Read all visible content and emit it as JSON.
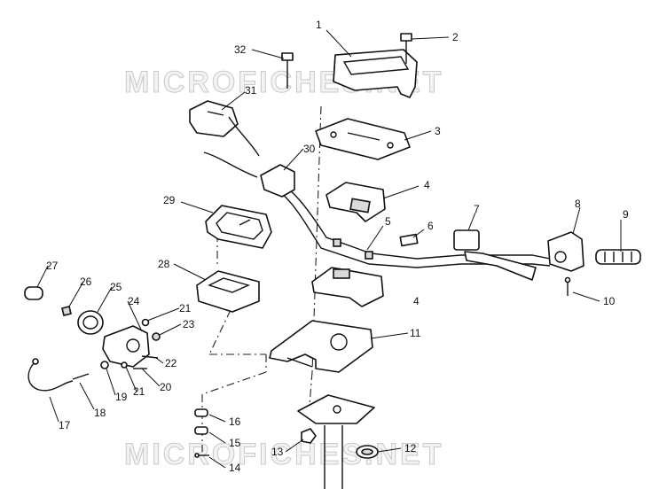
{
  "watermark": "MICROFICHES.NET",
  "callouts": [
    {
      "id": "c1",
      "text": "1"
    },
    {
      "id": "c2",
      "text": "2"
    },
    {
      "id": "c3",
      "text": "3"
    },
    {
      "id": "c4a",
      "text": "4"
    },
    {
      "id": "c4b",
      "text": "4"
    },
    {
      "id": "c5",
      "text": "5"
    },
    {
      "id": "c6",
      "text": "6"
    },
    {
      "id": "c7",
      "text": "7"
    },
    {
      "id": "c8",
      "text": "8"
    },
    {
      "id": "c9",
      "text": "9"
    },
    {
      "id": "c10",
      "text": "10"
    },
    {
      "id": "c11",
      "text": "11"
    },
    {
      "id": "c12",
      "text": "12"
    },
    {
      "id": "c13",
      "text": "13"
    },
    {
      "id": "c14",
      "text": "14"
    },
    {
      "id": "c15",
      "text": "15"
    },
    {
      "id": "c16",
      "text": "16"
    },
    {
      "id": "c17",
      "text": "17"
    },
    {
      "id": "c18",
      "text": "18"
    },
    {
      "id": "c19",
      "text": "19"
    },
    {
      "id": "c20",
      "text": "20"
    },
    {
      "id": "c21a",
      "text": "21"
    },
    {
      "id": "c21b",
      "text": "21"
    },
    {
      "id": "c22",
      "text": "22"
    },
    {
      "id": "c23",
      "text": "23"
    },
    {
      "id": "c24",
      "text": "24"
    },
    {
      "id": "c25",
      "text": "25"
    },
    {
      "id": "c26",
      "text": "26"
    },
    {
      "id": "c27",
      "text": "27"
    },
    {
      "id": "c28",
      "text": "28"
    },
    {
      "id": "c29",
      "text": "29"
    },
    {
      "id": "c30",
      "text": "30"
    },
    {
      "id": "c31",
      "text": "31"
    },
    {
      "id": "c32",
      "text": "32"
    }
  ]
}
